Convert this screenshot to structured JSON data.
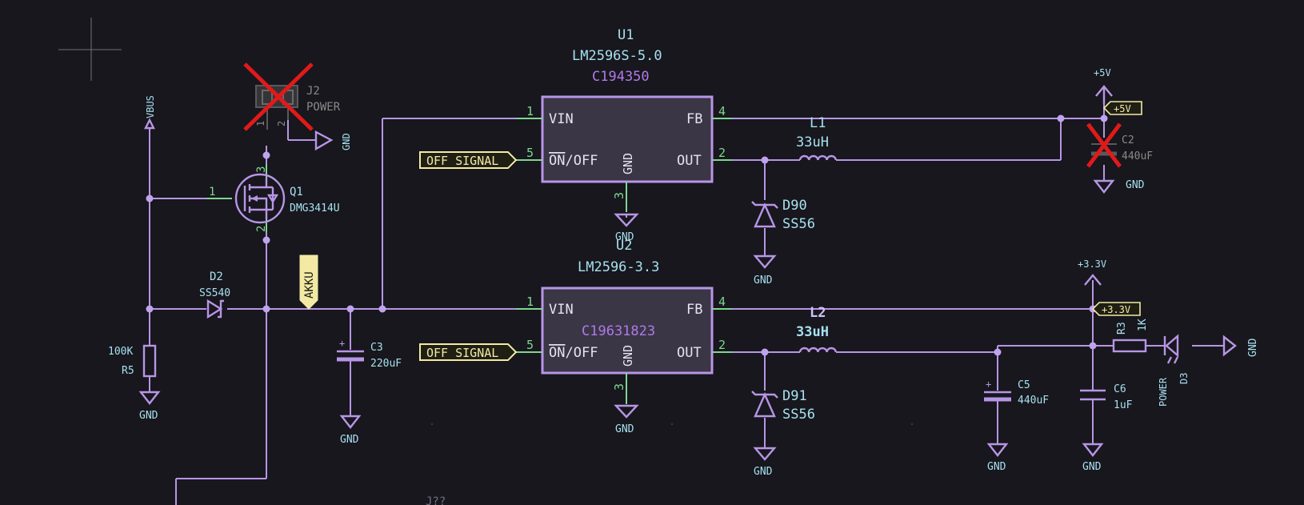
{
  "colors": {
    "background": "#17171d",
    "wire": "#b895e6",
    "reference_text": "#a8e0f0",
    "pin_number": "#7fd68f",
    "label_fill": "#f2eaa4",
    "dnp_cross": "#e01a1a"
  },
  "regulators": [
    {
      "ref": "U1",
      "value": "LM2596S-5.0",
      "lcsc": "C194350",
      "pins": {
        "vin_num": "1",
        "vin": "VIN",
        "onoff_num": "5",
        "onoff_prefix": "ON",
        "onoff_suffix": "/OFF",
        "gnd_num": "3",
        "gnd": "GND",
        "fb_num": "4",
        "fb": "FB",
        "out_num": "2",
        "out": "OUT"
      }
    },
    {
      "ref": "U2",
      "value": "LM2596-3.3",
      "lcsc": "C19631823",
      "pins": {
        "vin_num": "1",
        "vin": "VIN",
        "onoff_num": "5",
        "onoff_prefix": "ON",
        "onoff_suffix": "/OFF",
        "gnd_num": "3",
        "gnd": "GND",
        "fb_num": "4",
        "fb": "FB",
        "out_num": "2",
        "out": "OUT"
      }
    }
  ],
  "labels": {
    "off_signal": "OFF_SIGNAL",
    "akku": "AKKU",
    "plus5v_tag": "+5V",
    "plus33v_tag": "+3.3V"
  },
  "power": {
    "vbus": "VBUS",
    "plus5v": "+5V",
    "plus33v": "+3.3V",
    "gnd": "GND"
  },
  "components": {
    "j2": {
      "ref": "J2",
      "value": "POWER",
      "pin1": "1",
      "pin2": "2",
      "dnp": true
    },
    "q1": {
      "ref": "Q1",
      "value": "DMG3414U",
      "pin1": "1",
      "pin2": "2",
      "pin3": "3"
    },
    "d2": {
      "ref": "D2",
      "value": "SS540"
    },
    "r5": {
      "ref": "R5",
      "value": "100K"
    },
    "c3": {
      "ref": "C3",
      "value": "220uF"
    },
    "l1": {
      "ref": "L1",
      "value": "33uH"
    },
    "l2": {
      "ref": "L2",
      "value": "33uH"
    },
    "d90": {
      "ref": "D90",
      "value": "SS56"
    },
    "d91": {
      "ref": "D91",
      "value": "SS56"
    },
    "c2": {
      "ref": "C2",
      "value": "440uF",
      "dnp": true
    },
    "c5": {
      "ref": "C5",
      "value": "440uF"
    },
    "c6": {
      "ref": "C6",
      "value": "1uF"
    },
    "r3": {
      "ref": "R3",
      "value": "1K"
    },
    "d3": {
      "ref": "D3",
      "value": "POWER"
    }
  },
  "partial_ref": "J?? "
}
